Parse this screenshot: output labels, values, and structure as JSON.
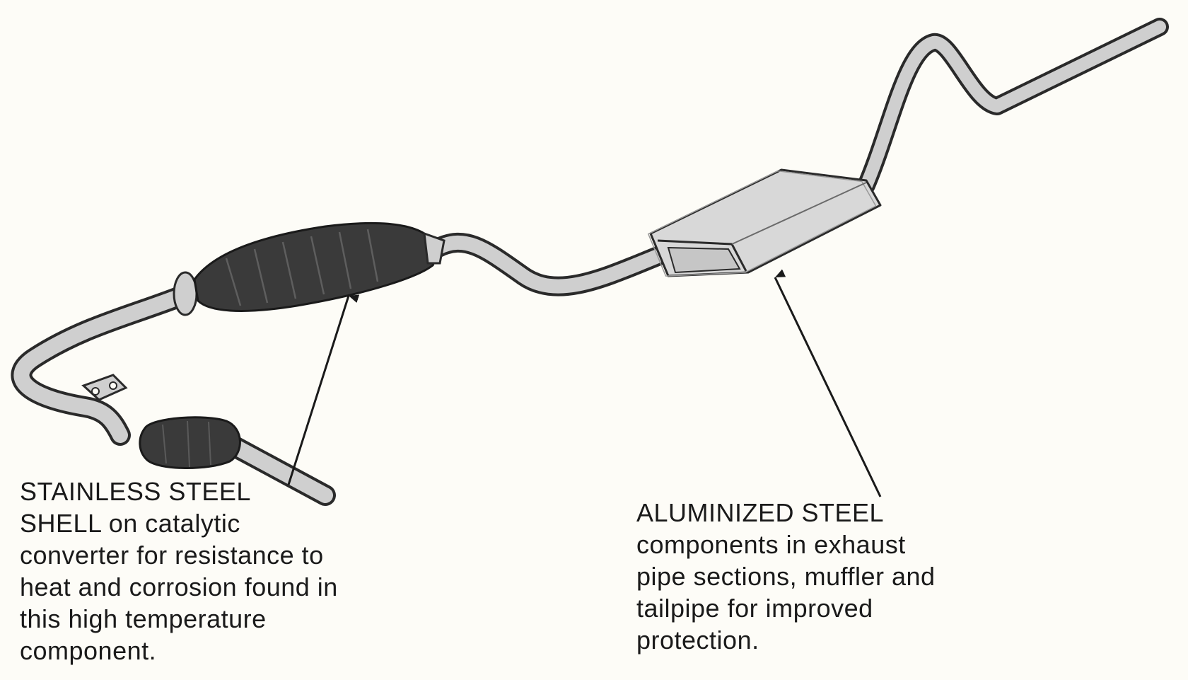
{
  "colors": {
    "background": "#fdfcf7",
    "pipe_fill": "#cfcfcf",
    "pipe_outline": "#2a2a2a",
    "converter_fill": "#3a3a3a",
    "muffler_fill": "#d8d8d8",
    "text": "#1a1a1a"
  },
  "callouts": {
    "stainless": {
      "lines": [
        "STAINLESS STEEL",
        "SHELL on catalytic",
        "converter for resistance to",
        "heat and corrosion found in",
        "this high temperature",
        "component."
      ]
    },
    "aluminized": {
      "lines": [
        "ALUMINIZED STEEL",
        "components in exhaust",
        "pipe sections, muffler and",
        "tailpipe for improved",
        "protection."
      ]
    }
  }
}
